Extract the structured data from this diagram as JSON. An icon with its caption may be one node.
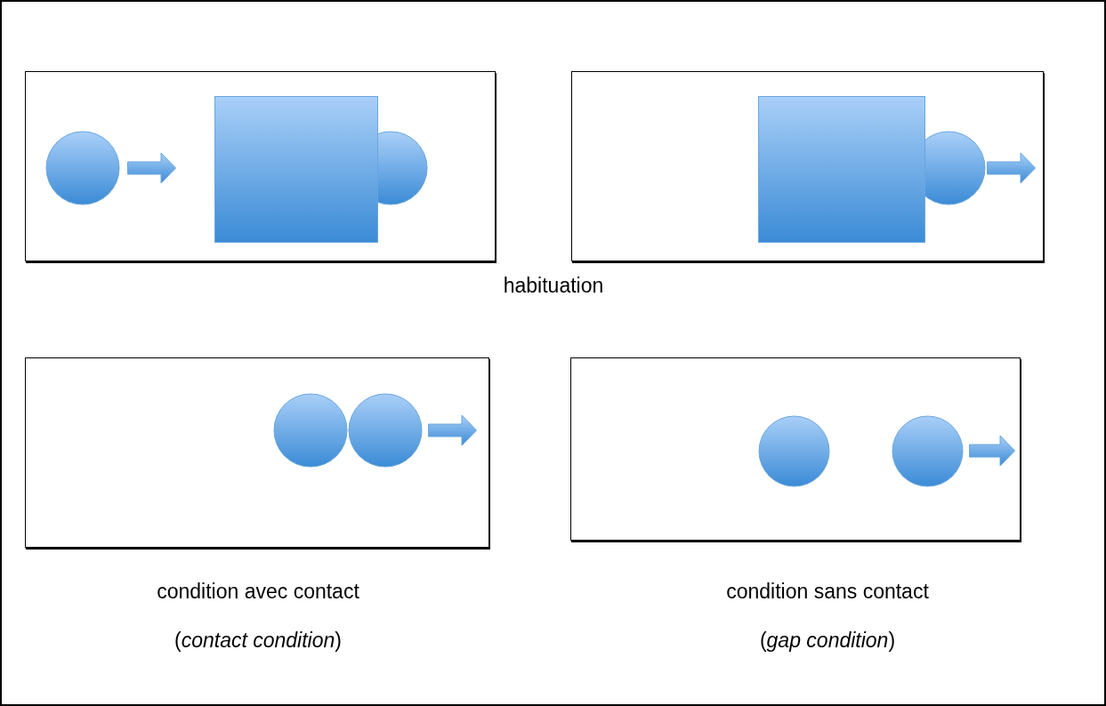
{
  "diagram": {
    "nodes": [
      {
        "text": [],
        "shape": "box"
      },
      {
        "text": [],
        "shape": "circle",
        "in": 0
      },
      {
        "text": [],
        "shape": "box",
        "in": 0
      },
      {
        "text": [],
        "shape": "circle",
        "in": 0
      },
      {
        "text": [],
        "shape": "box"
      },
      {
        "text": [],
        "shape": "box",
        "in": 4
      },
      {
        "text": [],
        "shape": "circle",
        "in": 4
      },
      {
        "text": [],
        "shape": "box"
      },
      {
        "text": [],
        "shape": "circle",
        "in": 7
      },
      {
        "text": [],
        "shape": "circle",
        "in": 7
      },
      {
        "text": [],
        "shape": "box"
      },
      {
        "text": [],
        "shape": "circle",
        "in": 10
      },
      {
        "text": [],
        "shape": "circle",
        "in": 10
      }
    ],
    "labels": [
      "habituation",
      "condition avec contact",
      "condition sans contact",
      "(*contact condition*)",
      "(*gap condition*)"
    ]
  }
}
